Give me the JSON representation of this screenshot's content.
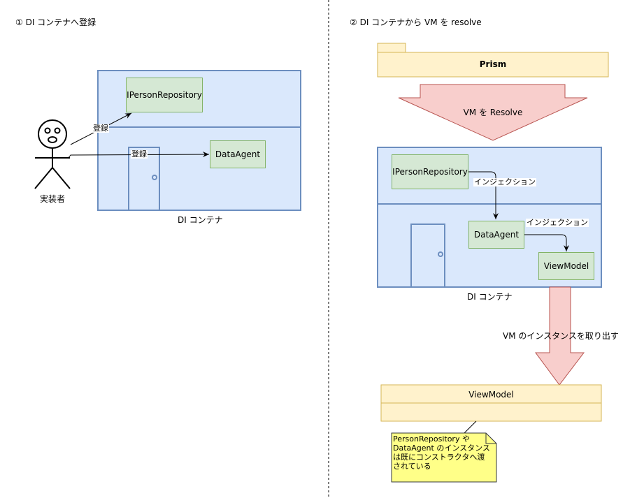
{
  "left": {
    "step_title": "① DI コンテナへ登録",
    "actor_label": "実装者",
    "container_label": "DI コンテナ",
    "repo_box": "IPersonRepository",
    "agent_box": "DataAgent",
    "edge_register_1": "登録",
    "edge_register_2": "登録"
  },
  "right": {
    "step_title": "② DI コンテナから VM を resolve",
    "prism_label": "Prism",
    "resolve_arrow_label": "VM を Resolve",
    "repo_box": "IPersonRepository",
    "agent_box": "DataAgent",
    "viewmodel_box": "ViewModel",
    "injection_1": "インジェクション",
    "injection_2": "インジェクション",
    "container_label": "DI コンテナ",
    "extract_label": "VM のインスタンスを取り出す",
    "viewmodel_class": "ViewModel",
    "note_lines": [
      "PersonRepository や",
      "DataAgent のインスタンス",
      "は既にコンストラクタへ渡",
      "されている"
    ]
  },
  "colors": {
    "container_fill": "#dae8fc",
    "container_stroke": "#6c8ebf",
    "green_fill": "#d5e8d4",
    "green_stroke": "#82b366",
    "yellow_fill": "#fff2cc",
    "yellow_stroke": "#d6b656",
    "arrow_fill": "#f8cecc",
    "arrow_stroke": "#b85450",
    "note_fill": "#ffff88",
    "note_stroke": "#36393d"
  }
}
